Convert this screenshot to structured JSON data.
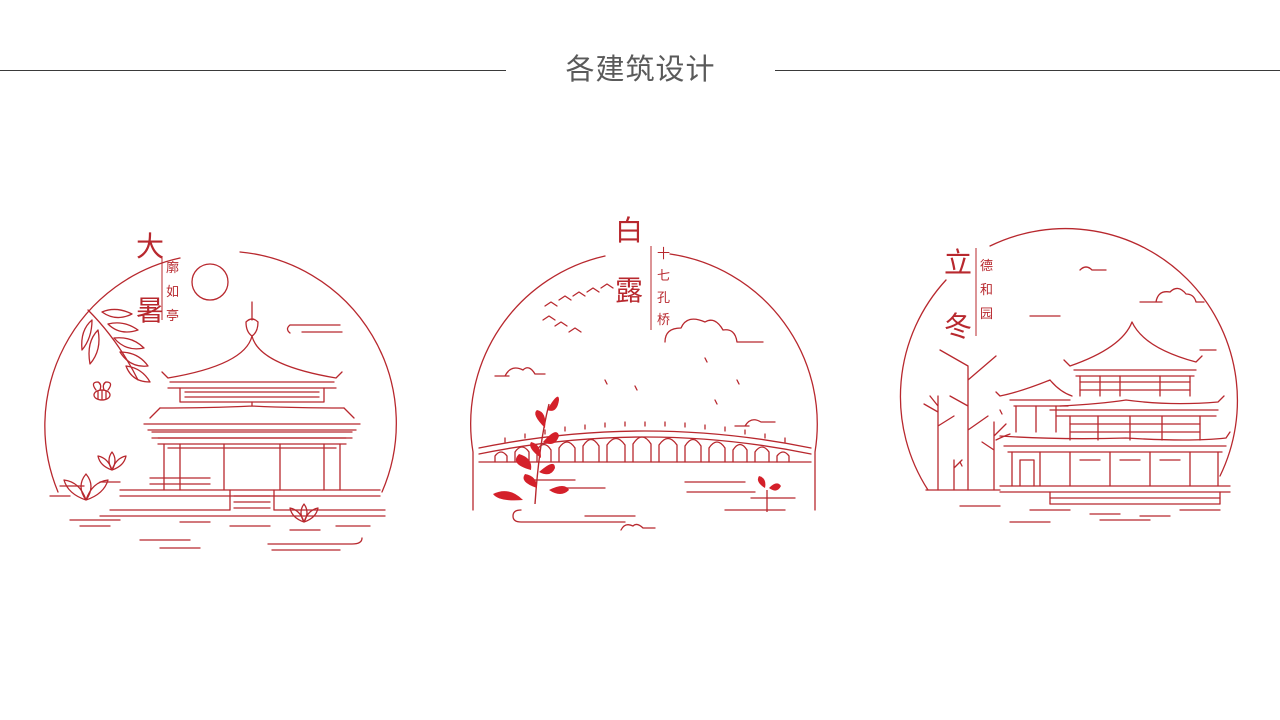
{
  "page": {
    "title": "各建筑设计"
  },
  "colors": {
    "line_red": "#b8282e",
    "leaf_red": "#d4202a",
    "title_gray": "#5a5a5a",
    "rule": "#3a3a3a"
  },
  "cards": [
    {
      "solar_term": [
        "大",
        "暑"
      ],
      "building": [
        "廓",
        "如",
        "亭"
      ],
      "subject_icon": "pavilion-icon"
    },
    {
      "solar_term": [
        "白",
        "露"
      ],
      "building": [
        "十",
        "七",
        "孔",
        "桥"
      ],
      "subject_icon": "bridge-icon"
    },
    {
      "solar_term": [
        "立",
        "冬"
      ],
      "building": [
        "德",
        "和",
        "园"
      ],
      "subject_icon": "theater-icon"
    }
  ]
}
